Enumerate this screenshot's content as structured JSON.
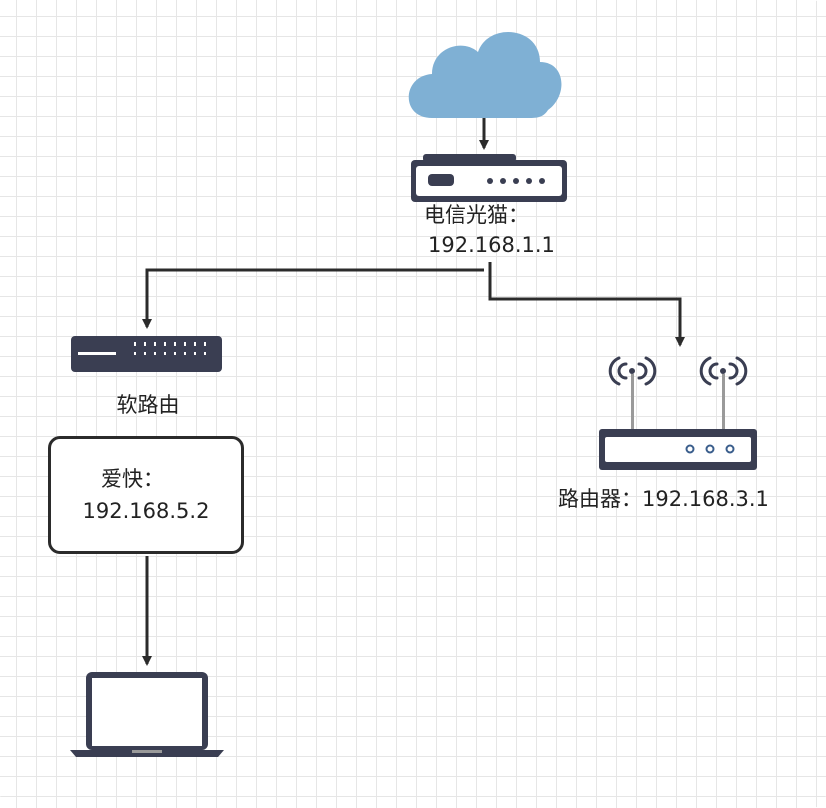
{
  "nodes": {
    "modem": {
      "label_line1": "电信光猫：",
      "label_line2": "192.168.1.1"
    },
    "soft_router": {
      "label": "软路由"
    },
    "ikuai": {
      "label_line1": "爱快：",
      "label_line2": "192.168.5.2"
    },
    "router": {
      "label": "路由器：192.168.3.1"
    }
  },
  "icons": [
    "cloud-icon",
    "modem-icon",
    "switch-icon",
    "wifi-router-icon",
    "laptop-icon"
  ],
  "colors": {
    "cloud": "#7fb0d4",
    "device": "#3a3e52",
    "edge": "#2b2b2b",
    "grid": "#e6e6e6"
  }
}
